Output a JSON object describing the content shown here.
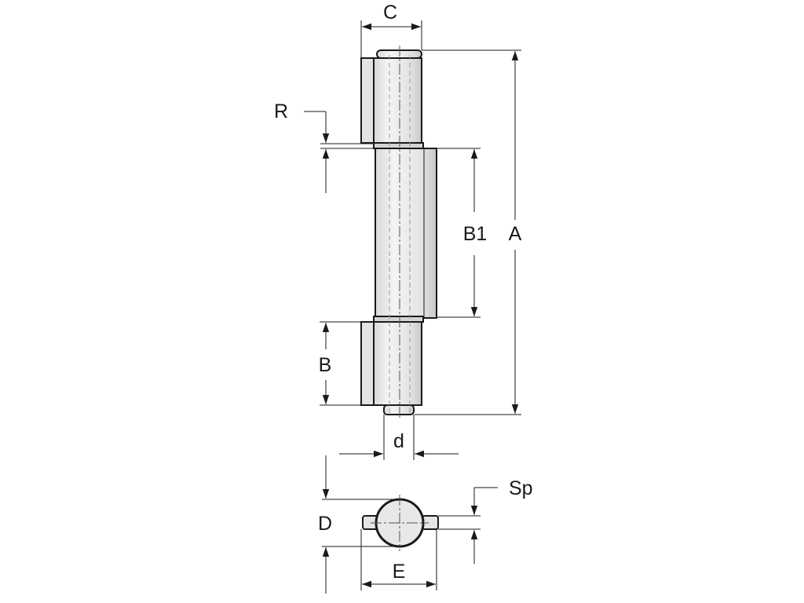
{
  "labels": {
    "C": "C",
    "R": "R",
    "B1": "B1",
    "A": "A",
    "B": "B",
    "d": "d",
    "Sp": "Sp",
    "D": "D",
    "E": "E"
  },
  "colors": {
    "line": "#1a1a1a",
    "part_fill": "#e8e8e8",
    "highlight": "#f7f7f7",
    "shadow": "#c4c4c4"
  }
}
